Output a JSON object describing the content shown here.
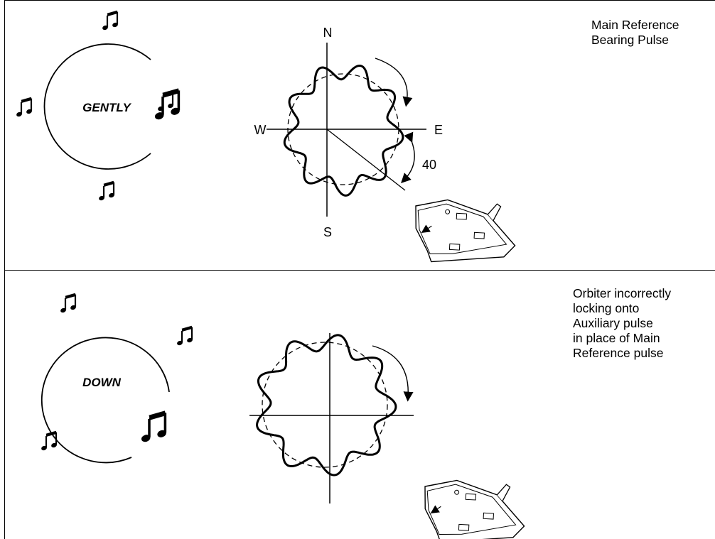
{
  "panels": [
    {
      "id": "top",
      "mode_label": "GENTLY",
      "compass": {
        "north": "N",
        "south": "S",
        "east": "E",
        "west": "W"
      },
      "angle_label": "40",
      "caption_lines": [
        "Main Reference",
        "Bearing Pulse"
      ]
    },
    {
      "id": "bottom",
      "mode_label": "DOWN",
      "caption_lines": [
        "Orbiter incorrectly",
        "locking onto",
        "Auxiliary pulse",
        "in place of Main",
        "Reference pulse"
      ]
    }
  ],
  "icons": [
    "music-note-icon",
    "rotation-arrow-icon",
    "space-shuttle-icon"
  ],
  "colors": {
    "ink": "#000000",
    "background": "#ffffff"
  }
}
